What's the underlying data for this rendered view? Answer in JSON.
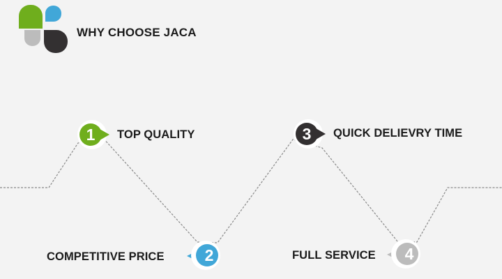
{
  "header": {
    "title": "WHY CHOOSE JACA"
  },
  "colors": {
    "green": "#6fae1d",
    "blue": "#41a7d8",
    "dark": "#333031",
    "gray": "#bcbcbc",
    "line": "#888888",
    "background": "#f3f3f3"
  },
  "logo": {
    "icon": "four-petal-logo-icon",
    "petals": [
      "green",
      "blue",
      "gray",
      "dark"
    ]
  },
  "steps": [
    {
      "number": "1",
      "label": "TOP QUALITY",
      "color": "#6fae1d",
      "icon": "pin-marker-icon"
    },
    {
      "number": "2",
      "label": "COMPETITIVE PRICE",
      "color": "#41a7d8",
      "icon": "pin-marker-icon"
    },
    {
      "number": "3",
      "label": "QUICK DELIEVRY TIME",
      "color": "#333031",
      "icon": "pin-marker-icon"
    },
    {
      "number": "4",
      "label": "FULL SERVICE",
      "color": "#bcbcbc",
      "icon": "pin-marker-icon"
    }
  ]
}
